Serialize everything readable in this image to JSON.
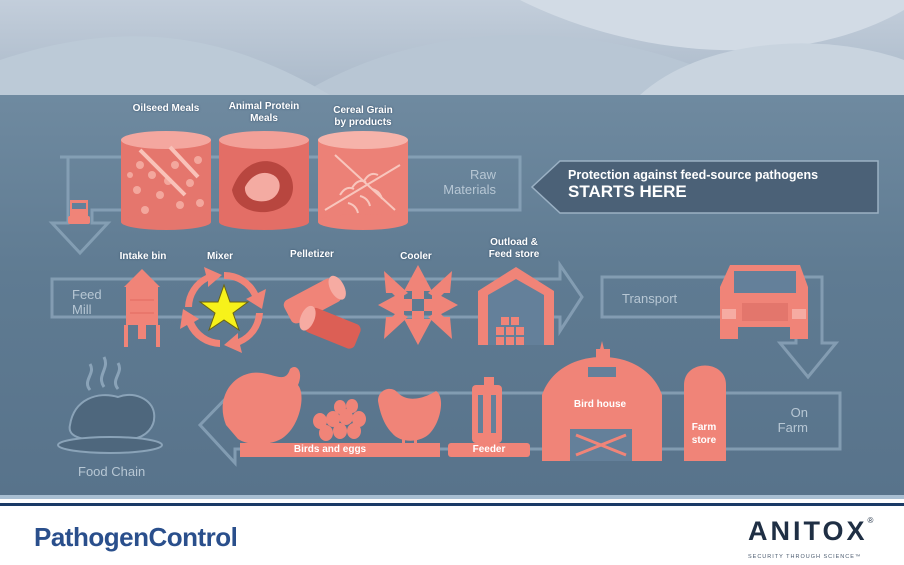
{
  "raw_materials": {
    "ingredients": [
      {
        "label": "Oilseed Meals"
      },
      {
        "label_lines": [
          "Animal Protein",
          "Meals"
        ]
      },
      {
        "label_lines": [
          "Cereal Grain",
          "by products"
        ]
      }
    ],
    "stage_lines": [
      "Raw",
      "Materials"
    ]
  },
  "callout": {
    "line1": "Protection against feed-source pathogens",
    "line2": "STARTS HERE"
  },
  "feed_mill": {
    "stage_lines": [
      "Feed",
      "Mill"
    ],
    "steps": [
      "Intake bin",
      "Mixer",
      "Pelletizer",
      "Cooler"
    ],
    "outload_lines": [
      "Outload &",
      "Feed store"
    ]
  },
  "transport": {
    "label": "Transport"
  },
  "on_farm": {
    "stage_lines": [
      "On",
      "Farm"
    ],
    "bird_house": "Bird house",
    "farm_store_lines": [
      "Farm",
      "store"
    ],
    "feeder": "Feeder",
    "birds_and_eggs": "Birds and eggs"
  },
  "food_chain": {
    "label": "Food Chain"
  },
  "footer": {
    "left_brand": "PathogenControl",
    "right_brand": "ANITOX",
    "registered": "®",
    "tagline": "SECURITY THROUGH SCIENCE",
    "trademark": "™"
  },
  "colors": {
    "coral": "#f08478",
    "panel_blue": "#64809a",
    "callout_bg": "#4b6177",
    "brand_blue": "#2a4f8c",
    "star_yellow": "#f7f21a"
  }
}
